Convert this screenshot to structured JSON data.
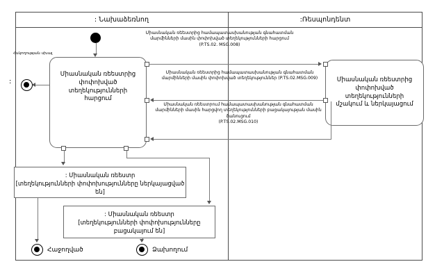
{
  "diagram": {
    "type": "uml-activity-diagram",
    "lanes": [
      {
        "name": "initiator",
        "title": ": Նախաձեռնող"
      },
      {
        "name": "responder",
        "title": ":Ռեսպոնդենտ"
      }
    ],
    "activities": [
      {
        "name": "initiator-request",
        "label": "Միասնական ռեեստրից փոփոխված տեղեկությունների հարցում"
      },
      {
        "name": "responder-process",
        "label": "Միասնական ռեեստրից փոփոխված տեղեկությունների մշակում և ներկայացում"
      }
    ],
    "messages": [
      {
        "name": "msg-008",
        "text": "Միասնական ռեեստրից համապատասխանության գնահատման մարմինների մասին փոփոխված տեղեկությունների հարցում",
        "code": "(P.TS.02. MSG.008)"
      },
      {
        "name": "msg-009",
        "text": "Միասնական ռեեստրից համապատասխանության գնահատման մարմինների մասին փոփոխված տեղեկություններ (P.TS.02.MSG.009)"
      },
      {
        "name": "msg-010",
        "text": "Միասնական ռեեստրում համապատասխանության գնահատման մարմինների մասին հարցվող տեղեկությունների բացակայության մասին ծանուցում",
        "code": "(P.TS.02.MSG.010)"
      }
    ],
    "object_nodes": [
      {
        "name": "registry-updated",
        "title": ": Միասնական ռեեստր",
        "state": "[տեղեկությունների փոփոխությունները ներկայացված են]"
      },
      {
        "name": "registry-empty",
        "title": ": Միասնական ռեեստր",
        "state": "[տեղեկությունների փոփոխությունները բացակայում են]"
      }
    ],
    "final_nodes": [
      {
        "name": "success",
        "label": "Հաջողված"
      },
      {
        "name": "failure",
        "label": "Ձախողում"
      }
    ],
    "annotations": {
      "error_flow": "Հսկողության սխալ",
      "colon_mark": ":"
    },
    "colors": {
      "line": "#6a6a6a",
      "frame": "#4a4a4a",
      "node_fill": "#ffffff",
      "ink": "#000000"
    }
  }
}
